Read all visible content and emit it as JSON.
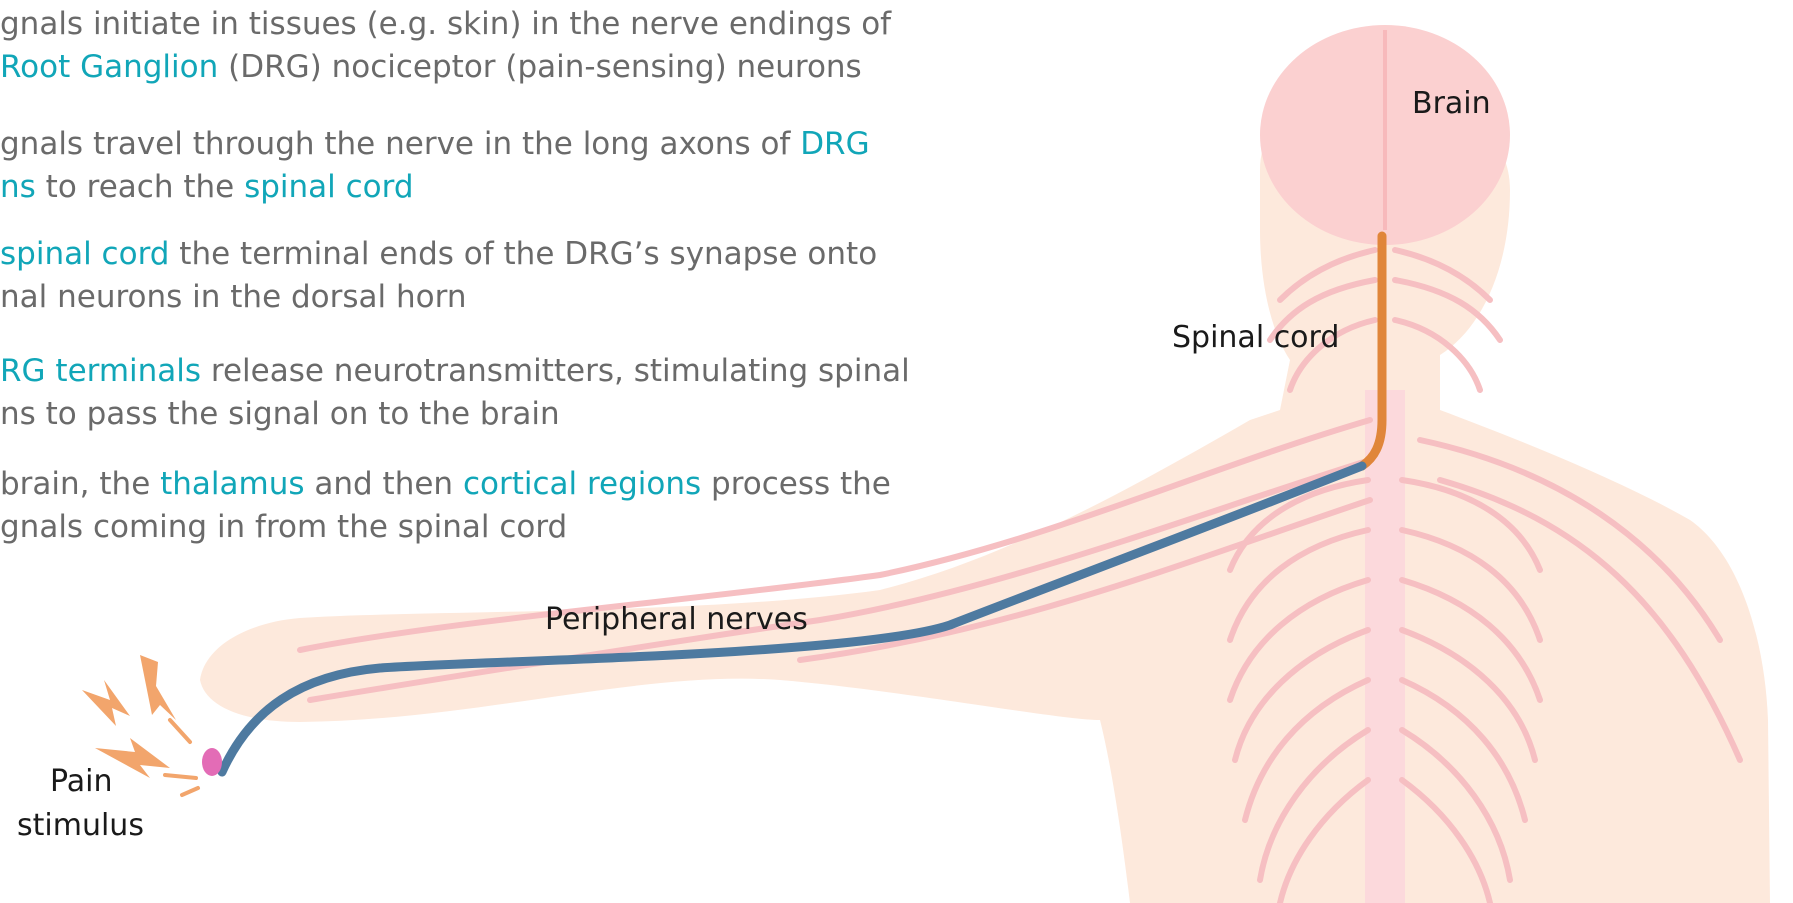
{
  "steps": [
    {
      "lines": [
        [
          {
            "text": "gnals initiate in tissues (e.g. skin) in the nerve endings of"
          }
        ],
        [
          {
            "text": " Root Ganglion",
            "hl": true
          },
          {
            "text": " (DRG) nociceptor (pain-sensing) neurons"
          }
        ]
      ]
    },
    {
      "lines": [
        [
          {
            "text": "gnals travel through the nerve in the long axons of "
          },
          {
            "text": "DRG",
            "hl": true
          }
        ],
        [
          {
            "text": "ns",
            "hl": true
          },
          {
            "text": " to reach the "
          },
          {
            "text": "spinal cord",
            "hl": true
          }
        ]
      ]
    },
    {
      "lines": [
        [
          {
            "text": "spinal cord",
            "hl": true
          },
          {
            "text": " the terminal ends of the DRG’s synapse onto"
          }
        ],
        [
          {
            "text": "nal neurons in the dorsal horn"
          }
        ]
      ]
    },
    {
      "lines": [
        [
          {
            "text": "RG terminals",
            "hl": true
          },
          {
            "text": " release neurotransmitters, stimulating spinal"
          }
        ],
        [
          {
            "text": "ns to pass the signal on to the brain"
          }
        ]
      ]
    },
    {
      "lines": [
        [
          {
            "text": "brain, the "
          },
          {
            "text": "thalamus",
            "hl": true
          },
          {
            "text": " and then "
          },
          {
            "text": "cortical regions",
            "hl": true
          },
          {
            "text": " process the"
          }
        ],
        [
          {
            "text": "gnals coming in from the spinal cord"
          }
        ]
      ]
    }
  ],
  "labels": {
    "brain": "Brain",
    "spinal_cord": "Spinal cord",
    "peripheral_nerves": "Peripheral nerves",
    "pain_stimulus_line1": "Pain",
    "pain_stimulus_line2": "stimulus"
  },
  "colors": {
    "body_fill": "#fde9dc",
    "brain_fill": "#fbd0d0",
    "nerve_lines": "#f6bfc2",
    "spinal_cord": "#e0863a",
    "peripheral_nerve": "#4e7aa0",
    "pain_bolts": "#f2a56c",
    "pain_spot": "#e36cb6",
    "highlight_text": "#11a6b8",
    "body_text": "#6a6a6a"
  }
}
